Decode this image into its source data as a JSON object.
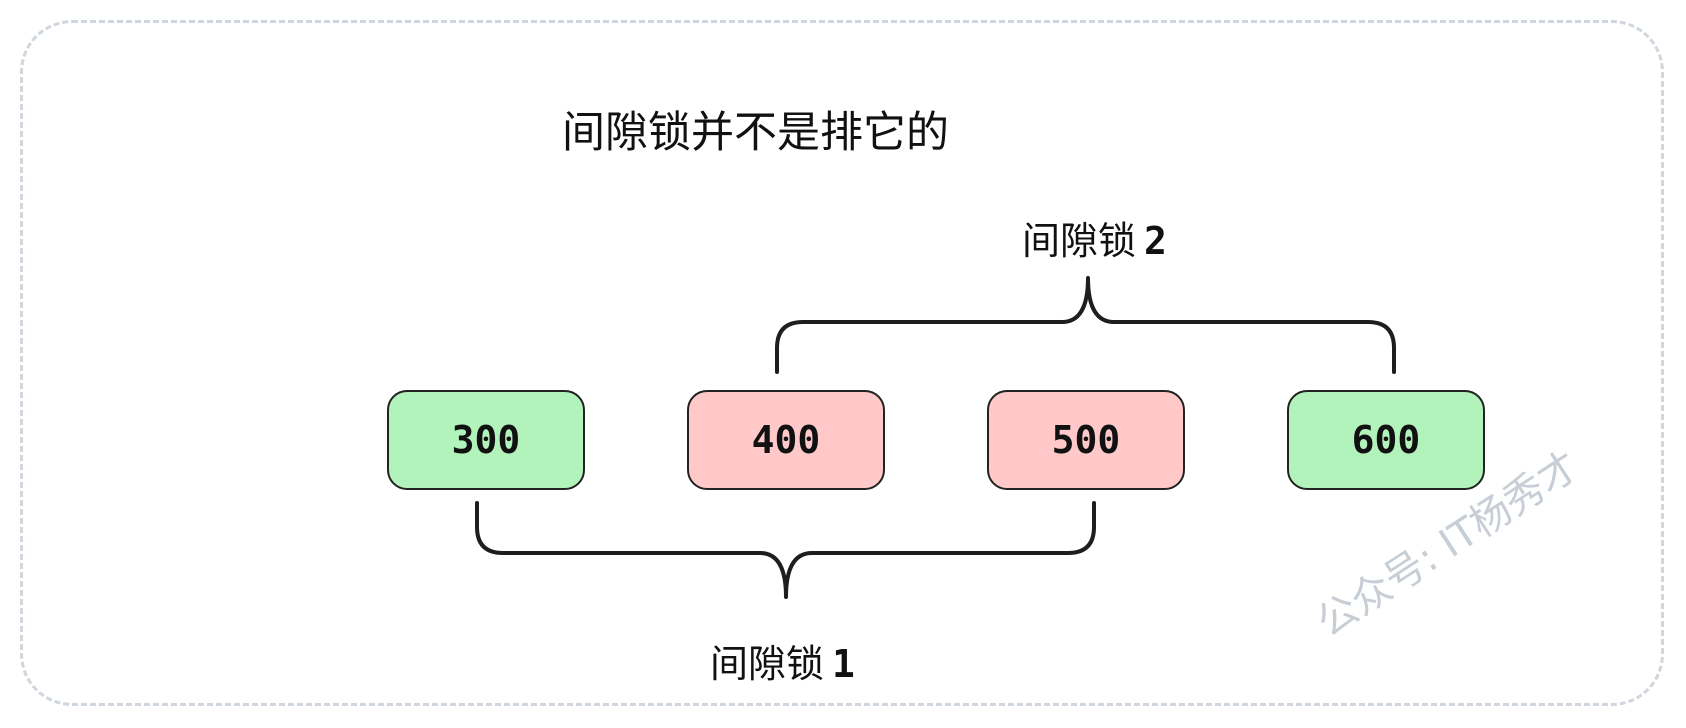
{
  "diagram": {
    "title": "间隙锁并不是排它的",
    "nodes": [
      {
        "label": "300",
        "state": "free",
        "color": "#b2f2bb"
      },
      {
        "label": "400",
        "state": "locked",
        "color": "#ffc9c9"
      },
      {
        "label": "500",
        "state": "locked",
        "color": "#ffc9c9"
      },
      {
        "label": "600",
        "state": "free",
        "color": "#b2f2bb"
      }
    ],
    "gap_locks": [
      {
        "text": "间隙锁",
        "number": "1",
        "spans": [
          "300",
          "500"
        ]
      },
      {
        "text": "间隙锁",
        "number": "2",
        "spans": [
          "400",
          "600"
        ]
      }
    ],
    "watermark": "公众号: IT杨秀才"
  },
  "colors": {
    "border": "#cfd6de",
    "stroke": "#1e1e1e",
    "watermark": "#c8ced6"
  }
}
